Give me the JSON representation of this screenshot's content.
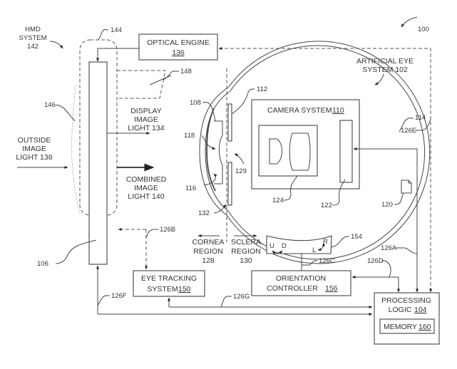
{
  "figure": {
    "ref_number": "100",
    "hmd_system": {
      "line1": "HMD",
      "line2": "SYSTEM",
      "line3": "142"
    },
    "artificial_eye_system": {
      "line1": "ARTIFICIAL EYE",
      "line2": "SYSTEM 102"
    }
  },
  "blocks": {
    "optical_engine": {
      "name": "OPTICAL ENGINE",
      "ref": "136"
    },
    "camera_system": {
      "name": "CAMERA SYSTEM",
      "ref": "110"
    },
    "eye_tracking": {
      "line1": "EYE TRACKING",
      "line2": "SYSTEM",
      "ref": "150"
    },
    "orientation_controller": {
      "line1": "ORIENTATION",
      "line2": "CONTROLLER",
      "ref": "156"
    },
    "processing_logic": {
      "line1": "PROCESSING",
      "line2": "LOGIC",
      "ref": "104"
    },
    "memory": {
      "name": "MEMORY",
      "ref": "160"
    }
  },
  "light_labels": {
    "display": {
      "line1": "DISPLAY",
      "line2": "IMAGE",
      "line3": "LIGHT 134"
    },
    "outside": {
      "line1": "OUTSIDE",
      "line2": "IMAGE",
      "line3": "LIGHT 138"
    },
    "combined": {
      "line1": "COMBINED",
      "line2": "IMAGE",
      "line3": "LIGHT 140"
    }
  },
  "regions": {
    "cornea": {
      "line1": "CORNEA",
      "line2": "REGION",
      "line3": "128"
    },
    "sclera": {
      "line1": "SCLERA",
      "line2": "REGION",
      "line3": "130"
    }
  },
  "motor_labels": {
    "up": "U",
    "down": "D",
    "left": "L",
    "right": "R"
  },
  "reference_numerals": {
    "r144": "144",
    "r148": "148",
    "r146": "146",
    "r106": "106",
    "r108": "108",
    "r112": "112",
    "r114": "114",
    "r118": "118",
    "r116": "116",
    "r129": "129",
    "r132": "132",
    "r124": "124",
    "r122": "122",
    "r120": "120",
    "r154": "154"
  },
  "connections": {
    "c126A": "126A",
    "c126B": "126B",
    "c126C": "126C",
    "c126D": "126D",
    "c126E": "126E",
    "c126F": "126F",
    "c126G": "126G"
  }
}
